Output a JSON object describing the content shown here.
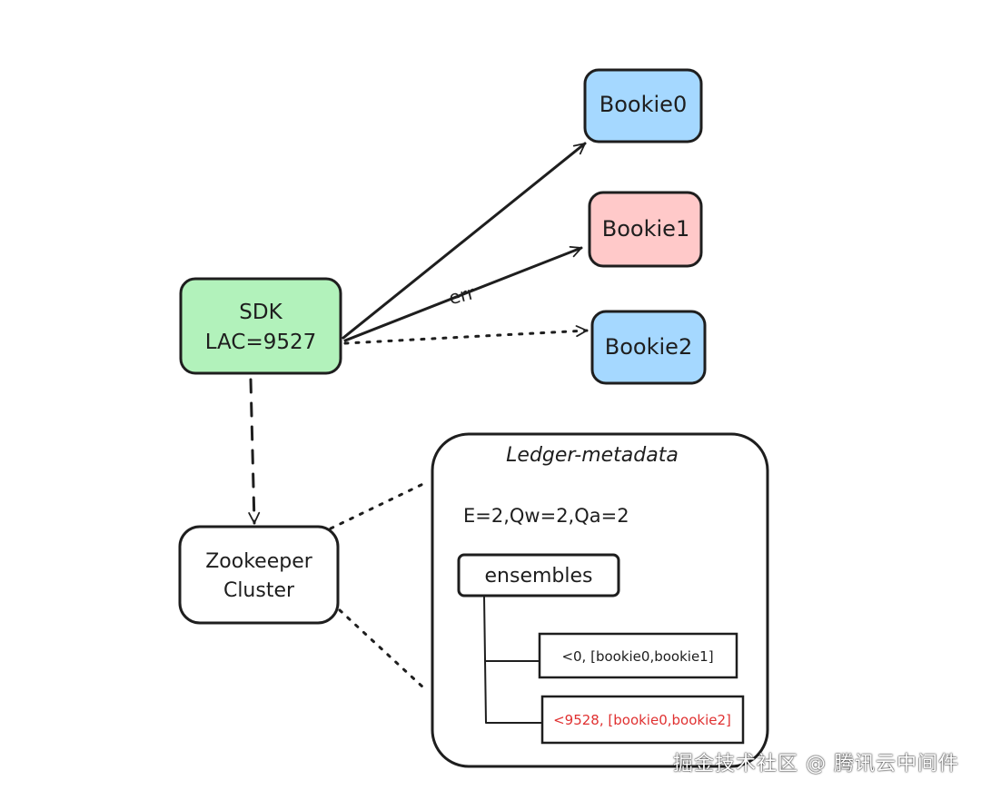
{
  "diagram": {
    "nodes": {
      "bookie0": {
        "label": "Bookie0",
        "fill": "#a5d8ff"
      },
      "bookie1": {
        "label": "Bookie1",
        "fill": "#ffc9c9"
      },
      "bookie2": {
        "label": "Bookie2",
        "fill": "#a5d8ff"
      },
      "sdk": {
        "line1": "SDK",
        "line2": "LAC=9527",
        "fill": "#b2f2bb"
      },
      "zookeeper": {
        "line1": "Zookeeper",
        "line2": "Cluster",
        "fill": "#ffffff"
      },
      "metadata": {
        "title": "Ledger-metadata",
        "config": "E=2,Qw=2,Qa=2",
        "ensembles_label": "ensembles",
        "entries": [
          {
            "text": "<0, [bookie0,bookie1]",
            "color": "#1e1e1e"
          },
          {
            "text": "<9528, [bookie0,bookie2]",
            "color": "#e03131"
          }
        ]
      }
    },
    "edges": {
      "sdk_to_bookie1_label": "err"
    }
  },
  "watermark": "掘金技术社区 @ 腾讯云中间件"
}
